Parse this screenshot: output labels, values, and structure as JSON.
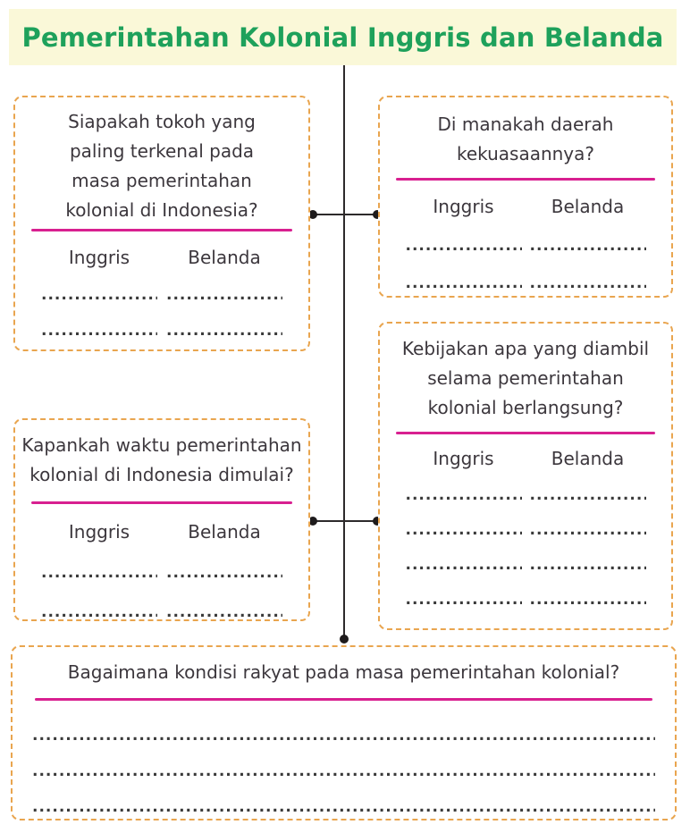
{
  "title": "Pemerintahan Kolonial Inggris dan Belanda",
  "colors": {
    "banner_background": "#FAF8D8",
    "title_green": "#1EA15B",
    "box_border_orange": "#E9A54F",
    "divider_pink": "#D82090",
    "connector_black": "#2D2A2B",
    "text": "#3C373D"
  },
  "boxes": {
    "tokoh": {
      "question": "Siapakah tokoh yang\npaling terkenal pada\nmasa pemerintahan\nkolonial di Indonesia?",
      "col1": "Inggris",
      "col2": "Belanda"
    },
    "daerah": {
      "question": "Di manakah daerah\nkekuasaannya?",
      "col1": "Inggris",
      "col2": "Belanda"
    },
    "kebijakan": {
      "question": "Kebijakan apa yang diambil\nselama pemerintahan\nkolonial berlangsung?",
      "col1": "Inggris",
      "col2": "Belanda"
    },
    "waktu": {
      "question": "Kapankah waktu pemerintahan\nkolonial di Indonesia dimulai?",
      "col1": "Inggris",
      "col2": "Belanda"
    },
    "kondisi": {
      "question": "Bagaimana kondisi rakyat pada masa pemerintahan kolonial?"
    }
  },
  "blanks": {
    "short": "......................................",
    "long": "................................................................................................................................................................................................"
  }
}
